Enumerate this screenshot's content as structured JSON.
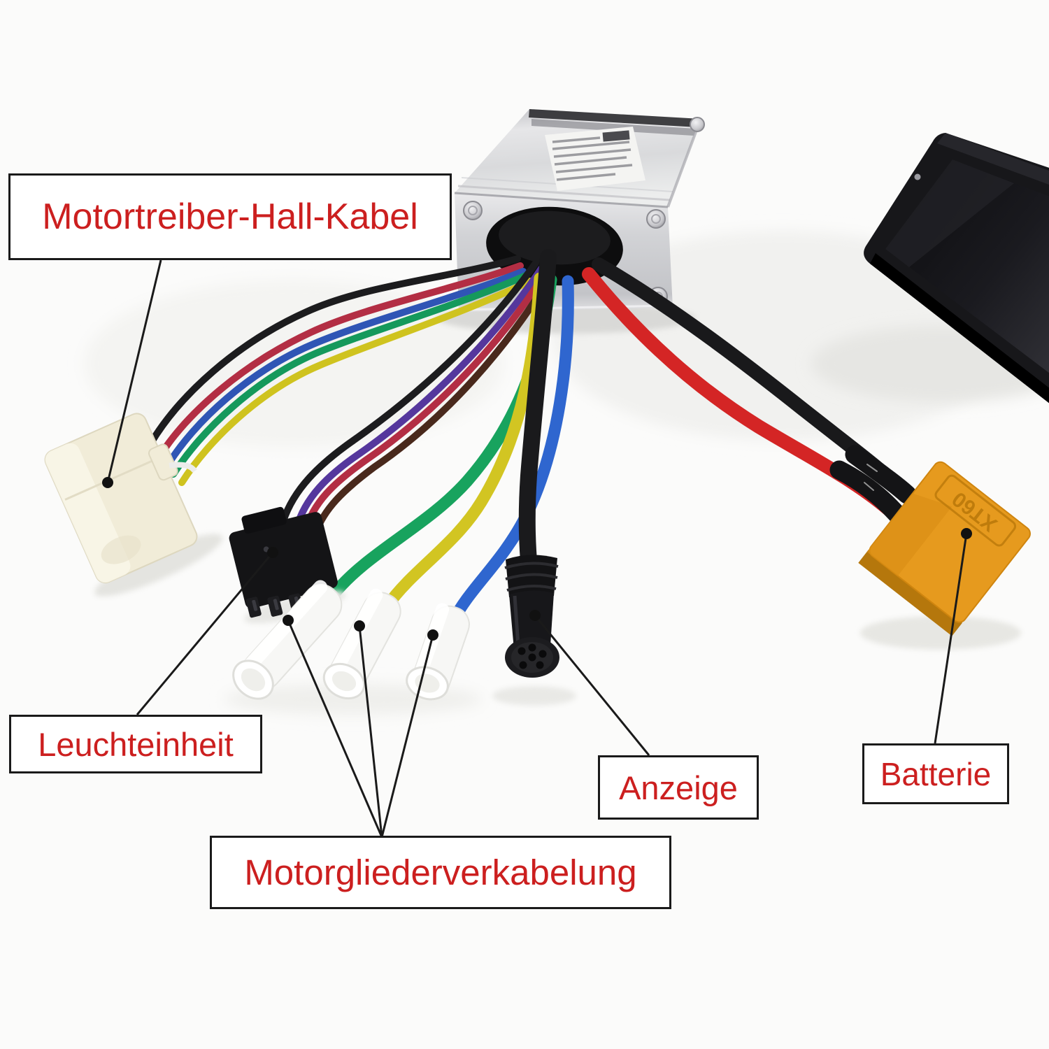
{
  "scene_type": "annotated product photo of e-scooter motor controller with cable harness",
  "background_color": "#fbfbfa",
  "annotation_style": {
    "label_text_color": "#cc1f1f",
    "label_box_fill": "#ffffff",
    "label_box_border": "#1a1a1a",
    "pointer_line_color": "#1a1a1a"
  },
  "callouts": [
    {
      "id": "motor-hall-cable",
      "text": "Motortreiber-Hall-Kabel"
    },
    {
      "id": "light-unit",
      "text": "Leuchteinheit"
    },
    {
      "id": "display",
      "text": "Anzeige"
    },
    {
      "id": "battery",
      "text": "Batterie"
    },
    {
      "id": "motor-phase-wiring",
      "text": "Motorgliederverkabelung"
    }
  ],
  "markings": {
    "battery_connector_label": "XT60"
  },
  "palette": {
    "controller_aluminum": "#d6d7d9",
    "xt60_orange": "#e69a1e",
    "xt60_orange_dark": "#c5820f",
    "wire_red": "#d42525",
    "wire_crimson": "#b32e44",
    "wire_green": "#15995c",
    "wire_yellow": "#cfc31f",
    "wire_blue": "#2f66cf",
    "wire_purple": "#55379d",
    "wire_brown": "#49291c",
    "wire_black": "#1c1c1e",
    "hall_connector_ivory": "#f1ecd8",
    "sleeve_white": "#f7f7f5",
    "display_device_black": "#17171a"
  }
}
